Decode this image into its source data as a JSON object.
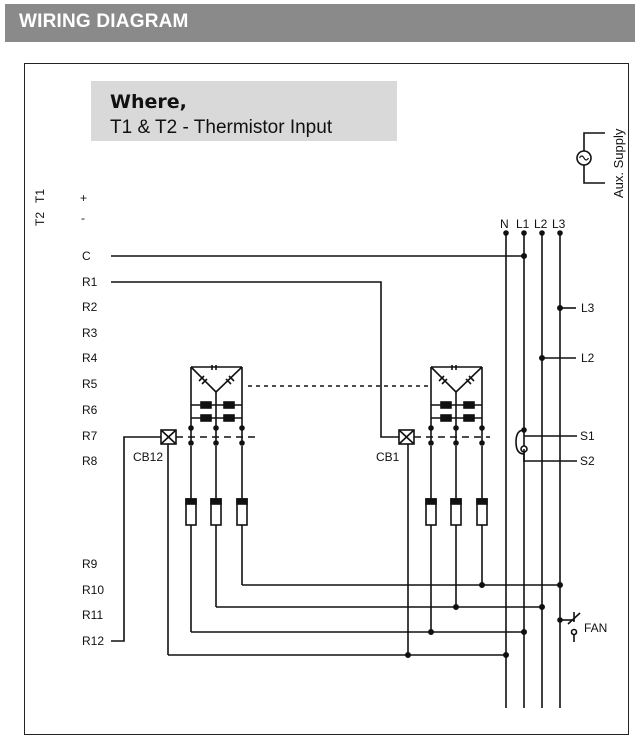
{
  "header": {
    "title": "WIRING DIAGRAM"
  },
  "note": {
    "heading": "Where,",
    "body": "T1 & T2 - Thermistor Input"
  },
  "aux_supply": {
    "label": "Aux. Supply",
    "symbol": "~"
  },
  "thermistor": {
    "t1": "T1",
    "t2": "T2",
    "plus": "+",
    "minus": "-"
  },
  "relays": [
    "C",
    "R1",
    "R2",
    "R3",
    "R4",
    "R5",
    "R6",
    "R7",
    "R8",
    "R9",
    "R10",
    "R11",
    "R12"
  ],
  "supply_lines": [
    "N",
    "L1",
    "L2",
    "L3"
  ],
  "breakers": {
    "left": "CB12",
    "right": "CB1"
  },
  "taps": {
    "l3": "L3",
    "l2": "L2",
    "s1": "S1",
    "s2": "S2",
    "fan": "FAN"
  }
}
